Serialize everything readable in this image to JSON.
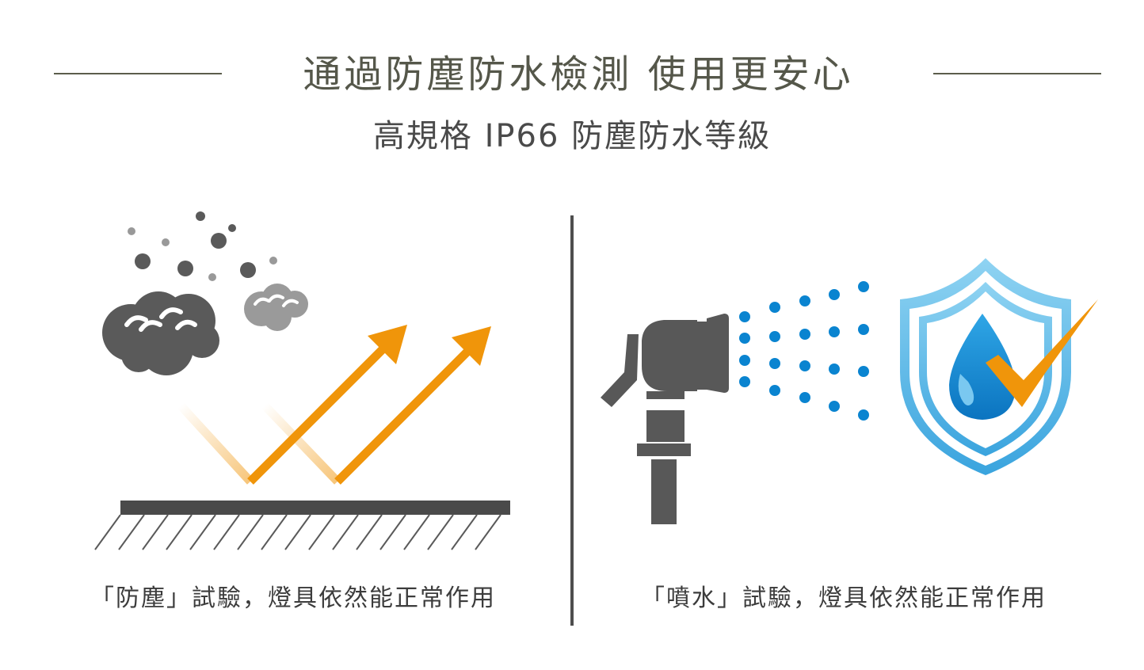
{
  "header": {
    "title": "通過防塵防水檢測 使用更安心",
    "subtitle": "高規格 IP66 防塵防水等級"
  },
  "left_panel": {
    "caption": "「防塵」試驗，燈具依然能正常作用",
    "icons": [
      "dust-cloud-icon",
      "reflected-arrow-icon",
      "ground-surface-icon"
    ]
  },
  "right_panel": {
    "caption": "「噴水」試驗，燈具依然能正常作用",
    "icons": [
      "water-nozzle-icon",
      "water-spray-icon",
      "shield-check-icon"
    ]
  },
  "colors": {
    "title": "#55574a",
    "arrow": "#f0950a",
    "dust": "#5a5a5a",
    "spray": "#0a84d0",
    "shield": "#5bbcea",
    "check": "#f0950a"
  }
}
